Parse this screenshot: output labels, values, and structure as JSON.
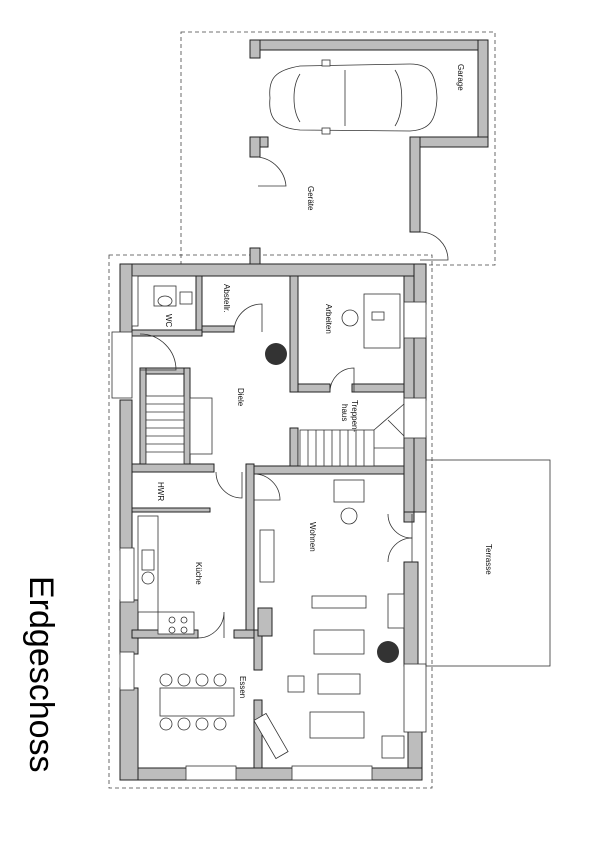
{
  "title": "Erdgeschoss",
  "rooms": {
    "garage": "Garage",
    "geraete": "Geräte",
    "wc": "WC",
    "abstellr": "Abstellr.",
    "arbeiten": "Arbeiten",
    "diele": "Diele",
    "treppenhaus_1": "Treppen-",
    "treppenhaus_2": "haus",
    "hwr": "HWR",
    "wohnen": "Wohnen",
    "terrasse": "Terrasse",
    "kueche": "Küche",
    "essen": "Essen"
  }
}
